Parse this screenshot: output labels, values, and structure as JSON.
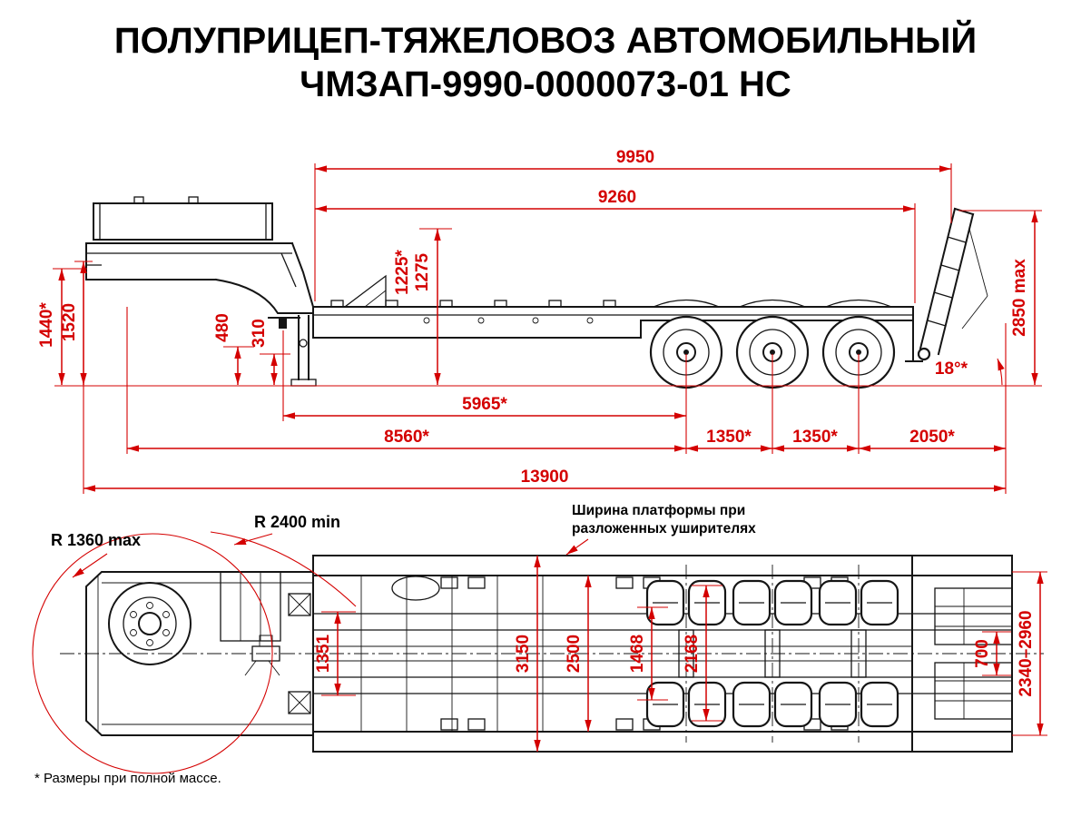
{
  "title": {
    "line1": "ПОЛУПРИЦЕП-ТЯЖЕЛОВОЗ АВТОМОБИЛЬНЫЙ",
    "line2": "ЧМЗАП-9990-0000073-01 НС"
  },
  "colors": {
    "dimension_red": "#d40000",
    "line_black": "#151515"
  },
  "side_view": {
    "dim_9950": "9950",
    "dim_9260": "9260",
    "dim_1225": "1225*",
    "dim_1275": "1275",
    "dim_2850": "2850 max",
    "dim_1440": "1440*",
    "dim_1520": "1520",
    "dim_480": "480",
    "dim_310": "310",
    "dim_5965": "5965*",
    "dim_8560": "8560*",
    "dim_1350_first": "1350*",
    "dim_1350_second": "1350*",
    "dim_2050": "2050*",
    "dim_13900": "13900",
    "ramp_angle": "18°*"
  },
  "top_view": {
    "radius_max": "R 1360 max",
    "radius_min": "R 2400 min",
    "note_line1": "Ширина платформы при",
    "note_line2": "разложенных уширителях",
    "dim_1351": "1351",
    "dim_3150": "3150",
    "dim_2500": "2500",
    "dim_1468": "1468",
    "dim_2168": "2168",
    "dim_700": "700",
    "dim_2340_2960": "2340–2960"
  },
  "footnote": "* Размеры при полной массе."
}
